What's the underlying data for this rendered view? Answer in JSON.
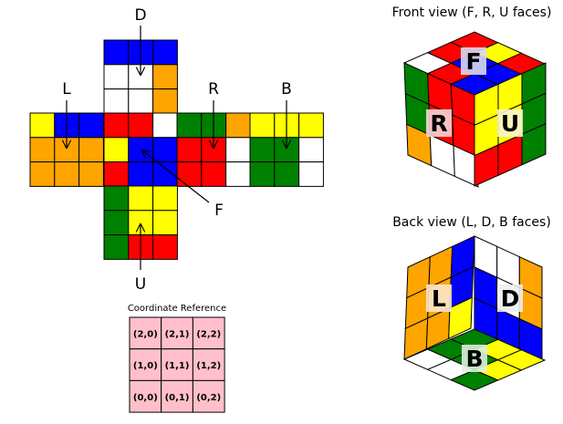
{
  "colors": {
    "W": "#ffffff",
    "Y": "#ffff00",
    "B": "#0000ff",
    "R": "#ff0000",
    "O": "#ffa500",
    "G": "#008000",
    "coord_cell": "#ffc0cb",
    "label_box": "#f5e6d3"
  },
  "net": {
    "faces": {
      "D": [
        [
          "B",
          "B",
          "B"
        ],
        [
          "W",
          "W",
          "O"
        ],
        [
          "W",
          "W",
          "O"
        ]
      ],
      "L": [
        [
          "Y",
          "B",
          "B"
        ],
        [
          "O",
          "O",
          "O"
        ],
        [
          "O",
          "O",
          "O"
        ]
      ],
      "F": [
        [
          "R",
          "R",
          "W"
        ],
        [
          "Y",
          "B",
          "B"
        ],
        [
          "R",
          "B",
          "B"
        ]
      ],
      "R": [
        [
          "G",
          "G",
          "O"
        ],
        [
          "R",
          "R",
          "W"
        ],
        [
          "R",
          "R",
          "W"
        ]
      ],
      "B": [
        [
          "Y",
          "Y",
          "Y"
        ],
        [
          "G",
          "G",
          "W"
        ],
        [
          "G",
          "G",
          "W"
        ]
      ],
      "U": [
        [
          "G",
          "Y",
          "Y"
        ],
        [
          "G",
          "Y",
          "Y"
        ],
        [
          "G",
          "R",
          "R"
        ]
      ]
    },
    "labels": {
      "D": "D",
      "L": "L",
      "R": "R",
      "B": "B",
      "F": "F",
      "U": "U"
    }
  },
  "coord_ref": {
    "title": "Coordinate Reference",
    "cells": [
      [
        "(2,0)",
        "(2,1)",
        "(2,2)"
      ],
      [
        "(1,0)",
        "(1,1)",
        "(1,2)"
      ],
      [
        "(0,0)",
        "(0,1)",
        "(0,2)"
      ]
    ]
  },
  "front_view": {
    "title": "Front view (F, R, U faces)",
    "top": [
      [
        "W",
        "R",
        "R"
      ],
      [
        "R",
        "B",
        "Y"
      ],
      [
        "B",
        "B",
        "R"
      ]
    ],
    "left": [
      [
        "G",
        "R",
        "R"
      ],
      [
        "G",
        "R",
        "R"
      ],
      [
        "O",
        "W",
        "W"
      ]
    ],
    "right": [
      [
        "Y",
        "Y",
        "G"
      ],
      [
        "Y",
        "Y",
        "G"
      ],
      [
        "R",
        "R",
        "G"
      ]
    ],
    "face_labels": {
      "top": "F",
      "left": "R",
      "right": "U"
    }
  },
  "back_view": {
    "title": "Back view (L, D, B faces)",
    "left": [
      [
        "O",
        "O",
        "B"
      ],
      [
        "O",
        "O",
        "B"
      ],
      [
        "O",
        "O",
        "Y"
      ]
    ],
    "right": [
      [
        "W",
        "W",
        "O"
      ],
      [
        "B",
        "W",
        "O"
      ],
      [
        "B",
        "B",
        "B"
      ]
    ],
    "bottom": [
      [
        "W",
        "G",
        "G"
      ],
      [
        "W",
        "G",
        "Y"
      ],
      [
        "G",
        "Y",
        "Y"
      ]
    ],
    "face_labels": {
      "left": "L",
      "right": "D",
      "bottom": "B"
    }
  }
}
